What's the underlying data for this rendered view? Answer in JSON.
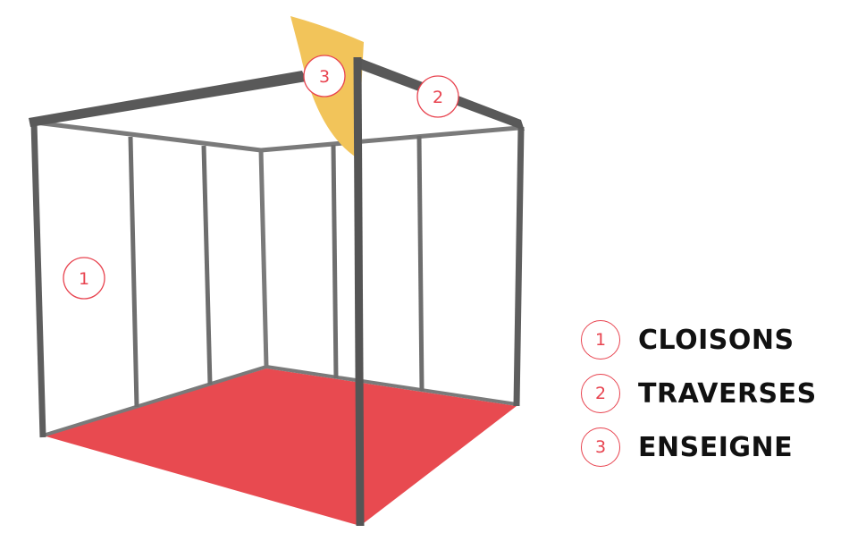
{
  "markers": [
    {
      "id": "1",
      "number": "1"
    },
    {
      "id": "2",
      "number": "2"
    },
    {
      "id": "3",
      "number": "3"
    }
  ],
  "legend": [
    {
      "number": "1",
      "label": "CLOISONS"
    },
    {
      "number": "2",
      "label": "TRAVERSES"
    },
    {
      "number": "3",
      "label": "ENSEIGNE"
    }
  ],
  "colors": {
    "floor": "#e84a50",
    "sign": "#f2c45a",
    "frame": "#6e6e6e",
    "frame_dark": "#4f4f4f",
    "marker": "#e8434f",
    "label": "#111111"
  }
}
